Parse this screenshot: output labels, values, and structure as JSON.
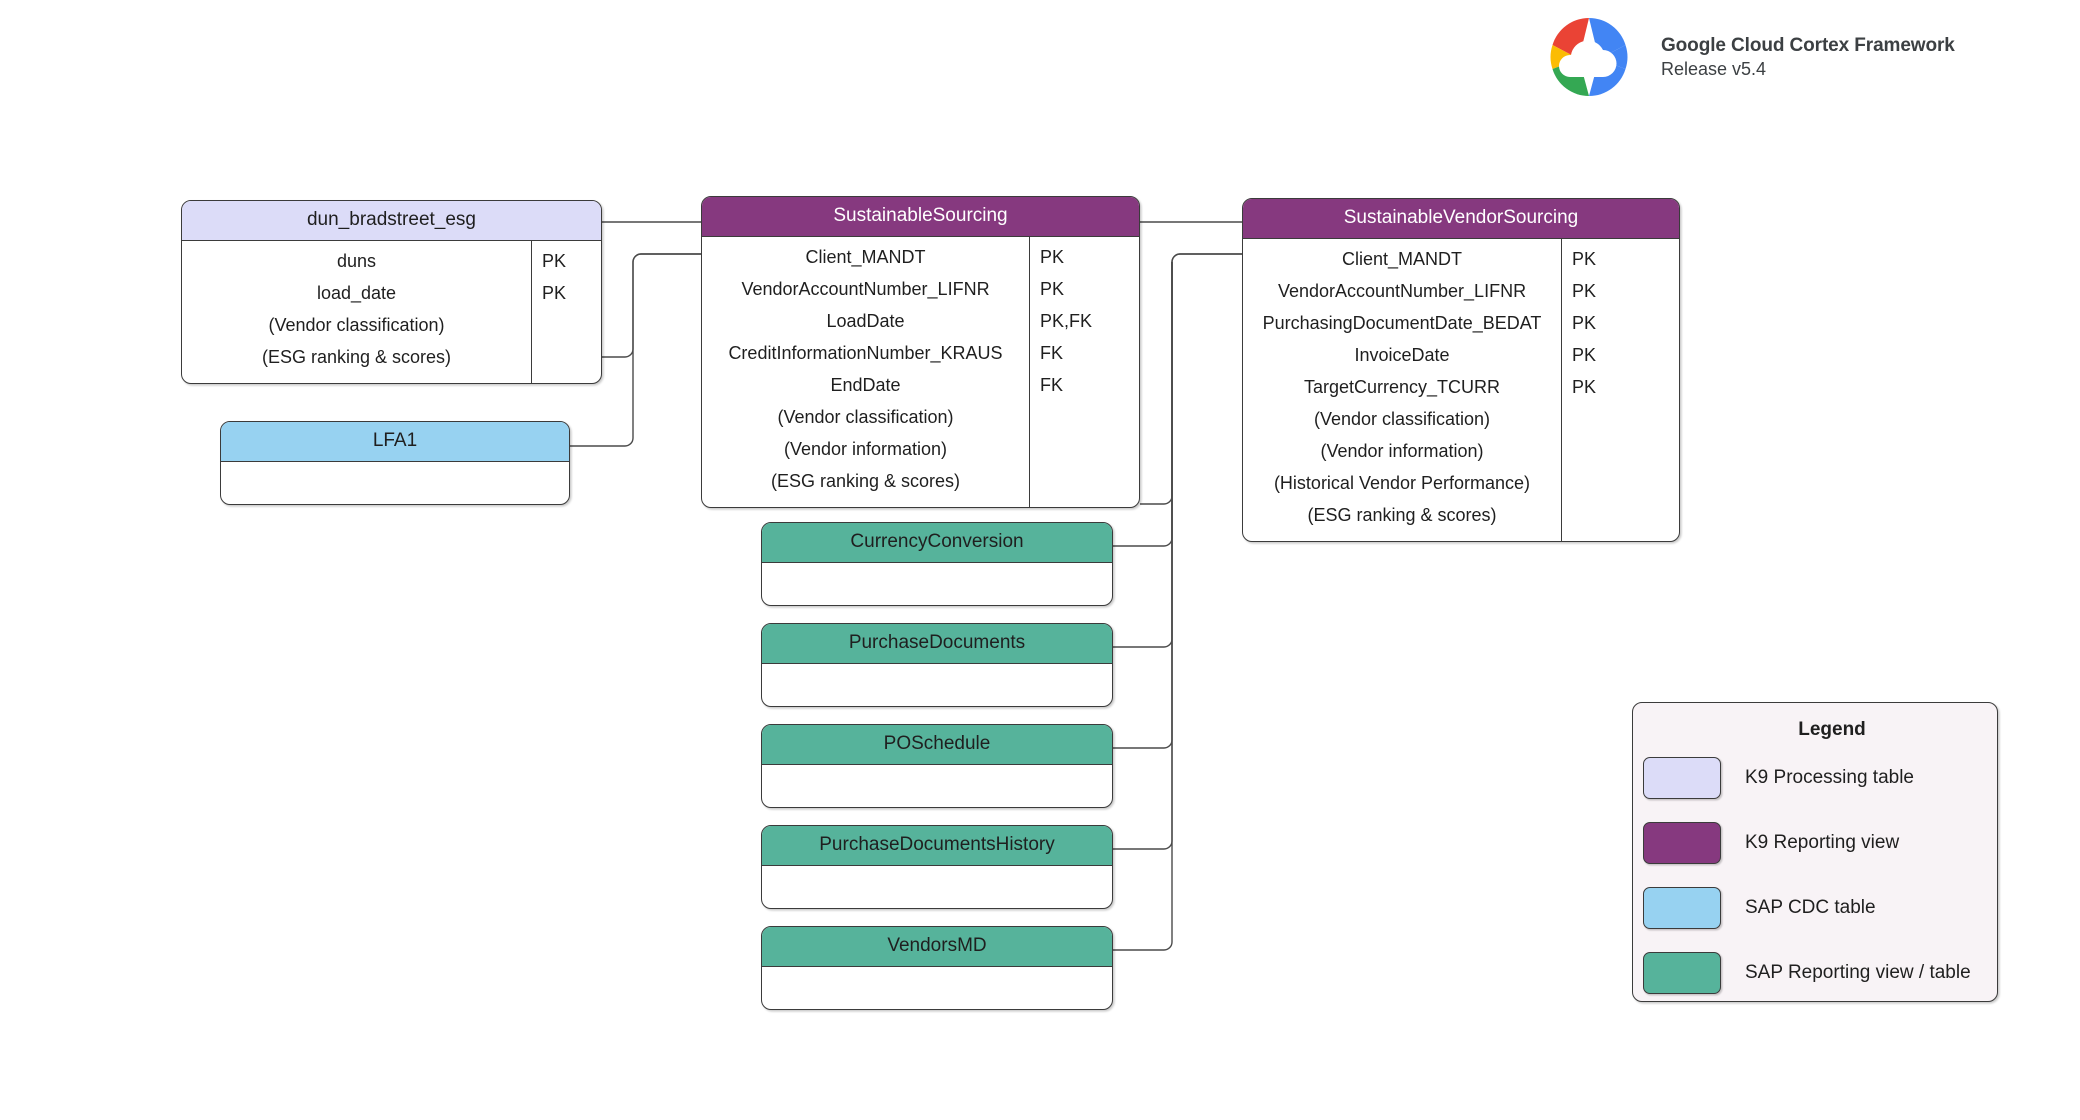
{
  "brand": {
    "logo_icon": "google-cloud-logo-icon",
    "title": "Google Cloud Cortex Framework",
    "release": "Release v5.4"
  },
  "diagram": {
    "entities": [
      {
        "id": "dun_bradstreet_esg",
        "name": "dun_bradstreet_esg",
        "type": "K9 Processing table",
        "color": "#dcdcf8",
        "fields": [
          {
            "name": "duns",
            "key": "PK"
          },
          {
            "name": "load_date",
            "key": "PK"
          },
          {
            "name": "(Vendor classification)",
            "key": ""
          },
          {
            "name": "(ESG ranking & scores)",
            "key": ""
          }
        ]
      },
      {
        "id": "SustainableSourcing",
        "name": "SustainableSourcing",
        "type": "K9 Reporting view",
        "color": "#86397f",
        "fields": [
          {
            "name": "Client_MANDT",
            "key": "PK"
          },
          {
            "name": "VendorAccountNumber_LIFNR",
            "key": "PK"
          },
          {
            "name": "LoadDate",
            "key": "PK,FK"
          },
          {
            "name": "CreditInformationNumber_KRAUS",
            "key": "FK"
          },
          {
            "name": "EndDate",
            "key": "FK"
          },
          {
            "name": "(Vendor classification)",
            "key": ""
          },
          {
            "name": "(Vendor information)",
            "key": ""
          },
          {
            "name": "(ESG ranking & scores)",
            "key": ""
          }
        ]
      },
      {
        "id": "SustainableVendorSourcing",
        "name": "SustainableVendorSourcing",
        "type": "K9 Reporting view",
        "color": "#86397f",
        "fields": [
          {
            "name": "Client_MANDT",
            "key": "PK"
          },
          {
            "name": "VendorAccountNumber_LIFNR",
            "key": "PK"
          },
          {
            "name": "PurchasingDocumentDate_BEDAT",
            "key": "PK"
          },
          {
            "name": "InvoiceDate",
            "key": "PK"
          },
          {
            "name": "TargetCurrency_TCURR",
            "key": "PK"
          },
          {
            "name": "(Vendor classification)",
            "key": ""
          },
          {
            "name": "(Vendor information)",
            "key": ""
          },
          {
            "name": "(Historical Vendor Performance)",
            "key": ""
          },
          {
            "name": "(ESG ranking & scores)",
            "key": ""
          }
        ]
      },
      {
        "id": "LFA1",
        "name": "LFA1",
        "type": "SAP CDC table",
        "color": "#97d2f1",
        "fields": []
      },
      {
        "id": "CurrencyConversion",
        "name": "CurrencyConversion",
        "type": "SAP Reporting view / table",
        "color": "#56b39b",
        "fields": []
      },
      {
        "id": "PurchaseDocuments",
        "name": "PurchaseDocuments",
        "type": "SAP Reporting view / table",
        "color": "#56b39b",
        "fields": []
      },
      {
        "id": "POSchedule",
        "name": "POSchedule",
        "type": "SAP Reporting view / table",
        "color": "#56b39b",
        "fields": []
      },
      {
        "id": "PurchaseDocumentsHistory",
        "name": "PurchaseDocumentsHistory",
        "type": "SAP Reporting view / table",
        "color": "#56b39b",
        "fields": []
      },
      {
        "id": "VendorsMD",
        "name": "VendorsMD",
        "type": "SAP Reporting view / table",
        "color": "#56b39b",
        "fields": []
      }
    ],
    "relationships": [
      {
        "from": "dun_bradstreet_esg",
        "to": "SustainableSourcing"
      },
      {
        "from": "LFA1",
        "to": "SustainableSourcing"
      },
      {
        "from": "SustainableSourcing",
        "to": "SustainableVendorSourcing"
      },
      {
        "from": "CurrencyConversion",
        "to": "SustainableVendorSourcing"
      },
      {
        "from": "PurchaseDocuments",
        "to": "SustainableVendorSourcing"
      },
      {
        "from": "POSchedule",
        "to": "SustainableVendorSourcing"
      },
      {
        "from": "PurchaseDocumentsHistory",
        "to": "SustainableVendorSourcing"
      },
      {
        "from": "VendorsMD",
        "to": "SustainableVendorSourcing"
      }
    ]
  },
  "legend": {
    "title": "Legend",
    "items": [
      {
        "label": "K9 Processing table",
        "color": "#dcdcf8"
      },
      {
        "label": "K9 Reporting view",
        "color": "#86397f"
      },
      {
        "label": "SAP CDC table",
        "color": "#97d2f1"
      },
      {
        "label": "SAP Reporting view / table",
        "color": "#56b39b"
      }
    ]
  }
}
